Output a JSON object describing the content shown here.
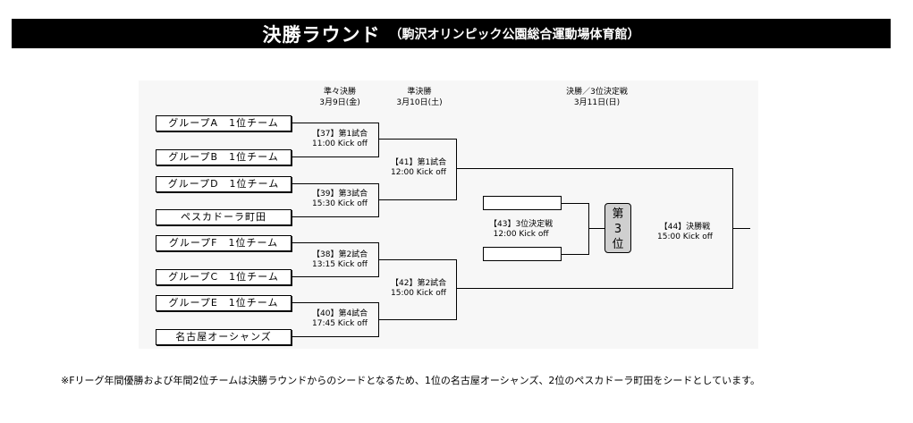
{
  "title": {
    "main": "決勝ラウンド",
    "venue": "（駒沢オリンピック公園総合運動場体育館）"
  },
  "rounds": {
    "qf": {
      "name": "準々決勝",
      "date": "3月9日(金)"
    },
    "sf": {
      "name": "準決勝",
      "date": "3月10日(土)"
    },
    "final": {
      "name": "決勝／3位決定戦",
      "date": "3月11日(日)"
    }
  },
  "teams": [
    "グループA　1位チーム",
    "グループB　1位チーム",
    "グループD　1位チーム",
    "ペスカドーラ町田",
    "グループF　1位チーム",
    "グループC　1位チーム",
    "グループE　1位チーム",
    "名古屋オーシャンズ"
  ],
  "matches": {
    "m37": {
      "name": "【37】第1試合",
      "time": "11:00 Kick off"
    },
    "m39": {
      "name": "【39】第3試合",
      "time": "15:30 Kick off"
    },
    "m38": {
      "name": "【38】第2試合",
      "time": "13:15 Kick off"
    },
    "m40": {
      "name": "【40】第4試合",
      "time": "17:45 Kick off"
    },
    "m41": {
      "name": "【41】第1試合",
      "time": "12:00 Kick off"
    },
    "m42": {
      "name": "【42】第2試合",
      "time": "15:00 Kick off"
    },
    "m43": {
      "name": "【43】3位決定戦",
      "time": "12:00 Kick off"
    },
    "m44": {
      "name": "【44】決勝戦",
      "time": "15:00 Kick off"
    }
  },
  "third_place_badge": [
    "第",
    "3",
    "位"
  ],
  "footnote": "※Fリーグ年間優勝および年間2位チームは決勝ラウンドからのシードとなるため、1位の名古屋オーシャンズ、2位のペスカドーラ町田をシードとしています。"
}
